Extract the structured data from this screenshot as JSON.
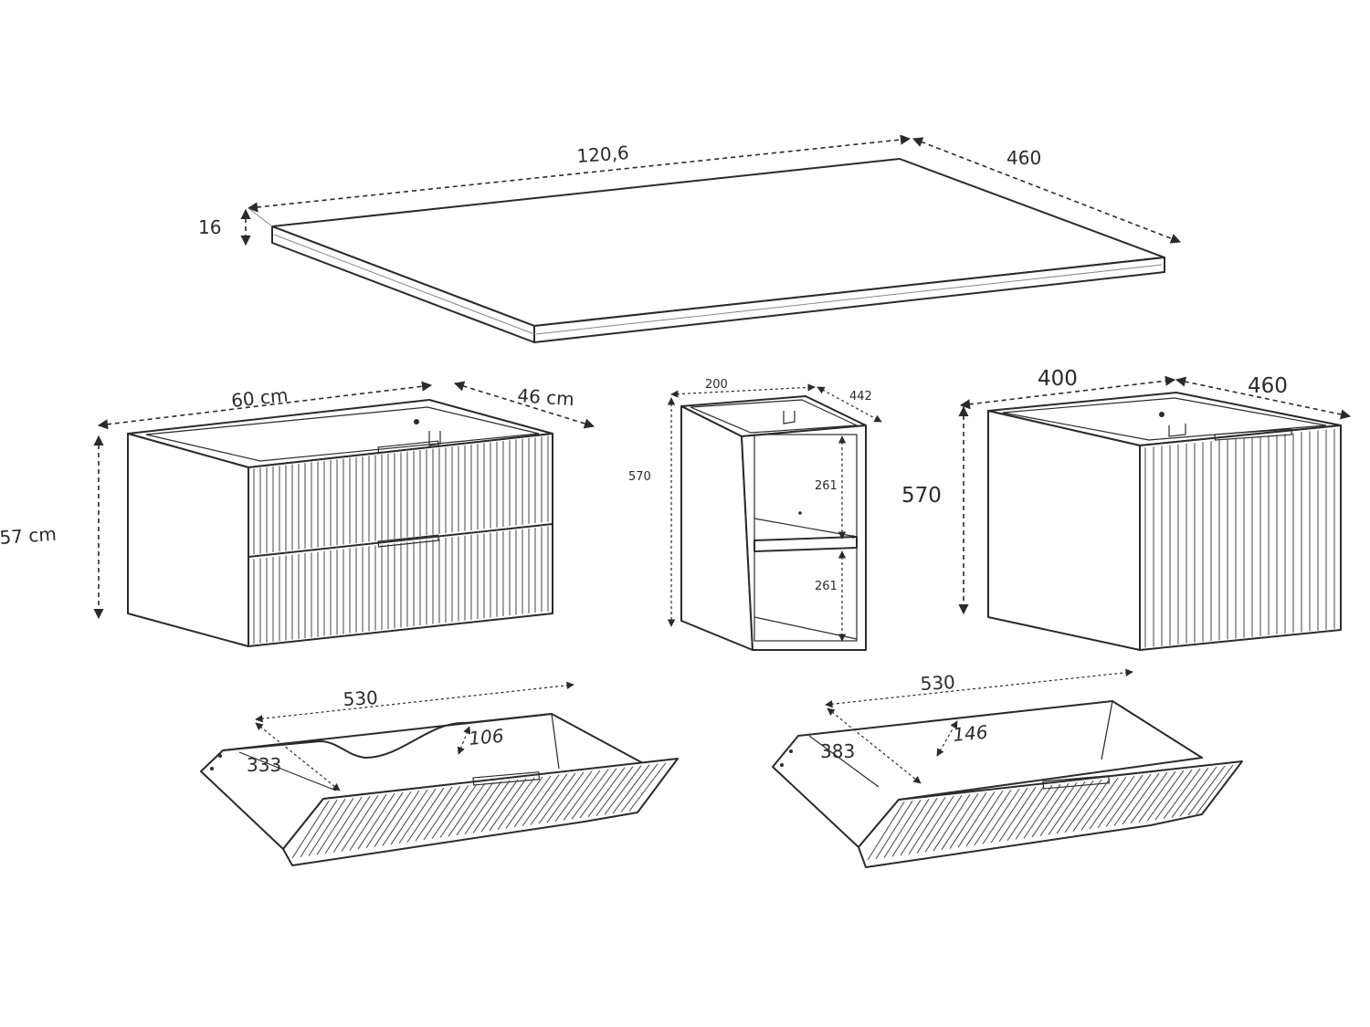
{
  "countertop": {
    "length": "120,6",
    "depth": "460",
    "thickness": "16"
  },
  "vanity_two_drawer": {
    "width": "60 cm",
    "depth": "46 cm",
    "height": "57 cm"
  },
  "shelf_unit": {
    "width": "200",
    "depth": "442",
    "height": "570",
    "shelf_upper": "261",
    "shelf_lower": "261"
  },
  "vanity_one_drawer": {
    "width": "400",
    "depth": "460",
    "height": "570"
  },
  "drawer_left": {
    "length": "530",
    "width": "333",
    "height": "106"
  },
  "drawer_right": {
    "length": "530",
    "width": "383",
    "height": "146"
  }
}
